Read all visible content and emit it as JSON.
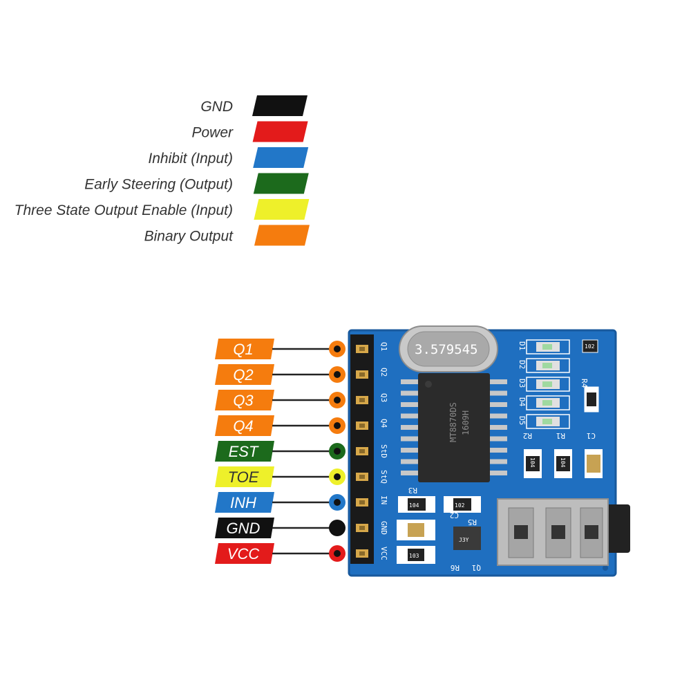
{
  "legend": [
    {
      "label": "GND",
      "color": "#111111"
    },
    {
      "label": "Power",
      "color": "#e31b1b"
    },
    {
      "label": "Inhibit (Input)",
      "color": "#2277c8"
    },
    {
      "label": "Early Steering (Output)",
      "color": "#1c6a1c"
    },
    {
      "label": "Three State Output Enable (Input)",
      "color": "#eef02a"
    },
    {
      "label": "Binary Output",
      "color": "#f57c0e"
    }
  ],
  "pins": [
    {
      "label": "Q1",
      "color": "#f57c0e",
      "text_color": "#ffffff",
      "silk": "Q1"
    },
    {
      "label": "Q2",
      "color": "#f57c0e",
      "text_color": "#ffffff",
      "silk": "Q2"
    },
    {
      "label": "Q3",
      "color": "#f57c0e",
      "text_color": "#ffffff",
      "silk": "Q3"
    },
    {
      "label": "Q4",
      "color": "#f57c0e",
      "text_color": "#ffffff",
      "silk": "Q4"
    },
    {
      "label": "EST",
      "color": "#1c6a1c",
      "text_color": "#ffffff",
      "silk": "StD"
    },
    {
      "label": "TOE",
      "color": "#eef02a",
      "text_color": "#333333",
      "silk": "StQ"
    },
    {
      "label": "INH",
      "color": "#2277c8",
      "text_color": "#ffffff",
      "silk": "IN"
    },
    {
      "label": "GND",
      "color": "#111111",
      "text_color": "#ffffff",
      "silk": "GND"
    },
    {
      "label": "VCC",
      "color": "#e31b1b",
      "text_color": "#ffffff",
      "silk": "VCC"
    }
  ],
  "board": {
    "crystal_label": "3.579545",
    "chip_label_1": "MT8870DS",
    "chip_label_2": "1609H",
    "led_labels": [
      "D1",
      "D2",
      "D3",
      "D4",
      "D5"
    ],
    "component_labels": [
      "R4",
      "R2",
      "R1",
      "C1",
      "R3",
      "C2",
      "R5",
      "R6",
      "Q1"
    ],
    "resistor_codes": [
      "102",
      "104",
      "104",
      "104",
      "102",
      "103"
    ],
    "transistor_code": "J3Y",
    "colors": {
      "pcb": "#1f6fc0",
      "pcb_edge": "#18599d",
      "header": "#1a1a1a",
      "pin_gold": "#d7a84a",
      "chip": "#2b2b2b"
    }
  }
}
